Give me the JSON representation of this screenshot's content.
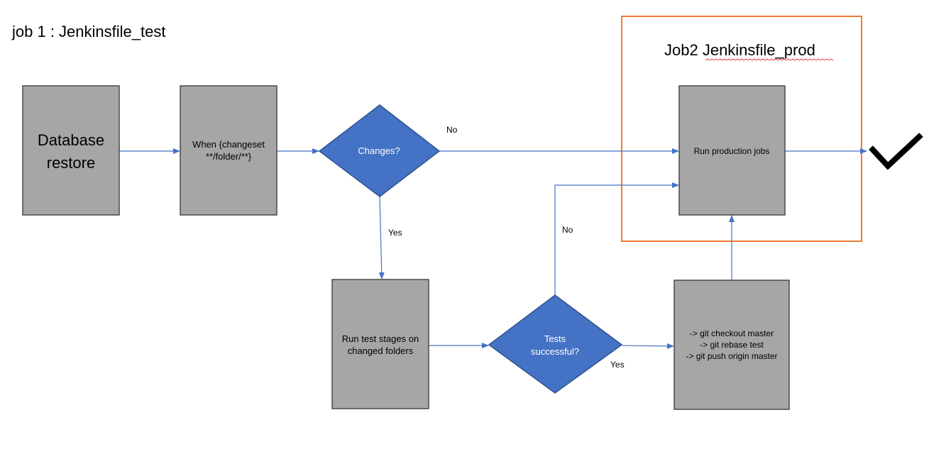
{
  "job1_title": "job 1 : Jenkinsfile_test",
  "job2": {
    "title_part1": "Job2 ",
    "title_part2": "Jenkinsfile_prod",
    "frame_color": "#ed7d31"
  },
  "nodes": {
    "database_restore": {
      "line1": "Database",
      "line2": "restore"
    },
    "when_changeset": {
      "line1": "When {changeset",
      "line2": "**/folder/**}"
    },
    "changes_decision": {
      "label": "Changes?"
    },
    "run_production": {
      "label": "Run production jobs"
    },
    "run_test_stages": {
      "line1": "Run test stages on",
      "line2": "changed folders"
    },
    "tests_decision": {
      "line1": "Tests",
      "line2": "successful?"
    },
    "git_steps": {
      "line1": "-> git checkout master",
      "line2": "-> git rebase test",
      "line3": "-> git push origin master"
    }
  },
  "edge_labels": {
    "changes_no": "No",
    "changes_yes": "Yes",
    "tests_no": "No",
    "tests_yes": "Yes"
  },
  "icons": {
    "done": "checkmark-icon"
  },
  "colors": {
    "box_fill": "#a6a6a6",
    "decision_fill": "#4472c4",
    "connector": "#4472c4"
  }
}
